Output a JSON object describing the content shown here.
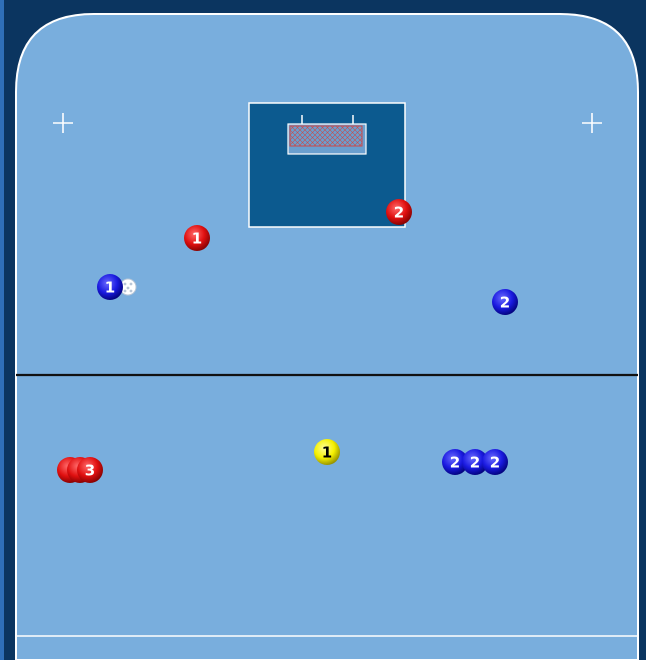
{
  "rink": {
    "border_color": "#0b3560",
    "surface_color": "#79aedd",
    "line_color": "#ffffff",
    "center_line_color": "#111111",
    "crease_color": "#0c5a8f",
    "goal_net_color": "#c94a4a"
  },
  "players": [
    {
      "id": "red-1",
      "team": "red",
      "label": "1"
    },
    {
      "id": "red-2",
      "team": "red",
      "label": "2"
    },
    {
      "id": "blue-1",
      "team": "blue",
      "label": "1"
    },
    {
      "id": "blue-2-top",
      "team": "blue",
      "label": "2"
    },
    {
      "id": "red-stack-a",
      "team": "red",
      "label": ""
    },
    {
      "id": "red-stack-b",
      "team": "red",
      "label": ""
    },
    {
      "id": "red-3",
      "team": "red",
      "label": "3"
    },
    {
      "id": "yellow-1",
      "team": "yellow",
      "label": "1"
    },
    {
      "id": "blue-2-a",
      "team": "blue",
      "label": "2"
    },
    {
      "id": "blue-2-b",
      "team": "blue",
      "label": "2"
    },
    {
      "id": "blue-2-c",
      "team": "blue",
      "label": "2"
    }
  ],
  "team_colors": {
    "red": {
      "fill": "#e01010",
      "dark": "#8a0000",
      "text": "#ffffff"
    },
    "blue": {
      "fill": "#1a1ae0",
      "dark": "#000080",
      "text": "#ffffff"
    },
    "yellow": {
      "fill": "#f5f000",
      "dark": "#8a8600",
      "text": "#000000"
    }
  },
  "ball": {
    "icon": "floorball-icon",
    "color": "#ffffff"
  }
}
